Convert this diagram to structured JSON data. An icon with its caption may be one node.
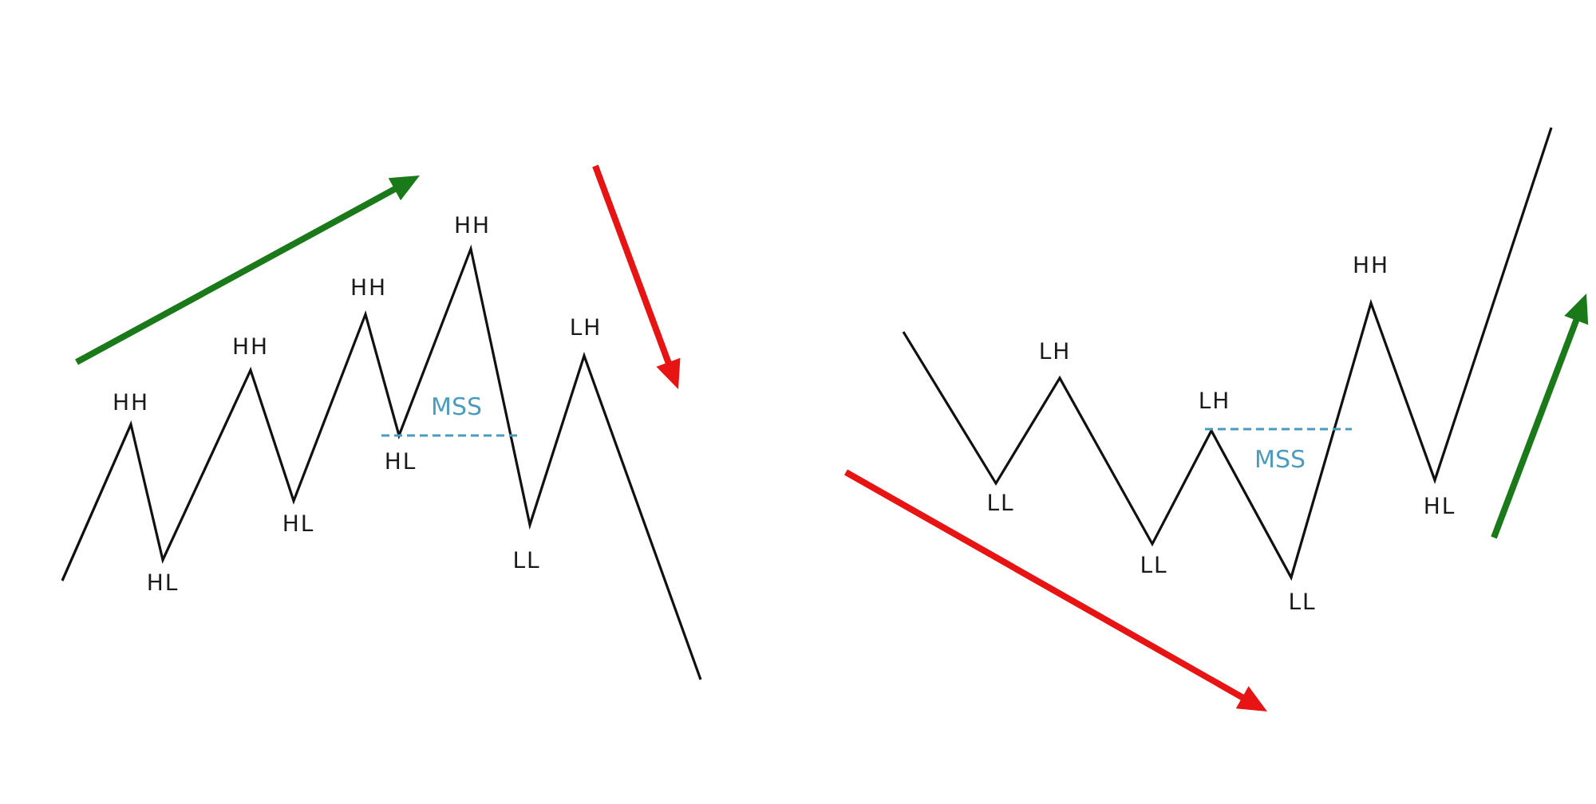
{
  "diagram": {
    "labels": [
      "HH",
      "HL",
      "HH",
      "HL",
      "HH",
      "HL",
      "MSS",
      "HH",
      "LL",
      "LH",
      "LL",
      "LH",
      "LL",
      "LH",
      "MSS",
      "LL",
      "HH",
      "HL"
    ]
  }
}
